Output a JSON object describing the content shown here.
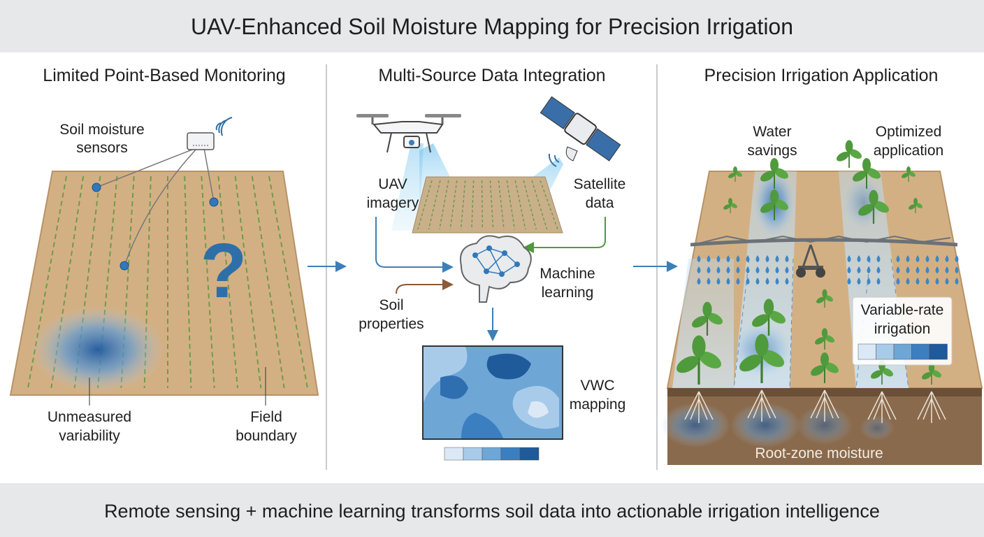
{
  "title": "UAV-Enhanced Soil Moisture Mapping for Precision Irrigation",
  "footer": "Remote sensing + machine learning transforms soil data into actionable irrigation intelligence",
  "panels": {
    "left": {
      "heading": "Limited Point-Based Monitoring",
      "sensors_label": [
        "Soil moisture",
        "sensors"
      ],
      "question": "?",
      "unmeasured_label": [
        "Unmeasured",
        "variability"
      ],
      "boundary_label": [
        "Field",
        "boundary"
      ]
    },
    "middle": {
      "heading": "Multi-Source Data Integration",
      "uav_label": [
        "UAV",
        "imagery"
      ],
      "satellite_label": [
        "Satellite",
        "data"
      ],
      "ml_label": [
        "Machine",
        "learning"
      ],
      "soil_label": [
        "Soil",
        "properties"
      ],
      "vwc_label": [
        "VWC",
        "mapping"
      ]
    },
    "right": {
      "heading": "Precision Irrigation Application",
      "water_label": [
        "Water",
        "savings"
      ],
      "optimized_label": [
        "Optimized",
        "application"
      ],
      "vri_label": [
        "Variable-rate",
        "irrigation"
      ],
      "root_label": "Root-zone moisture"
    }
  },
  "colors": {
    "accent_blue": "#2f6fa8",
    "soil": "#d3b084",
    "legend_scale": [
      "#dbe9f6",
      "#a9cbea",
      "#6ea6d6",
      "#3b7fc0",
      "#1f5a9a"
    ]
  }
}
